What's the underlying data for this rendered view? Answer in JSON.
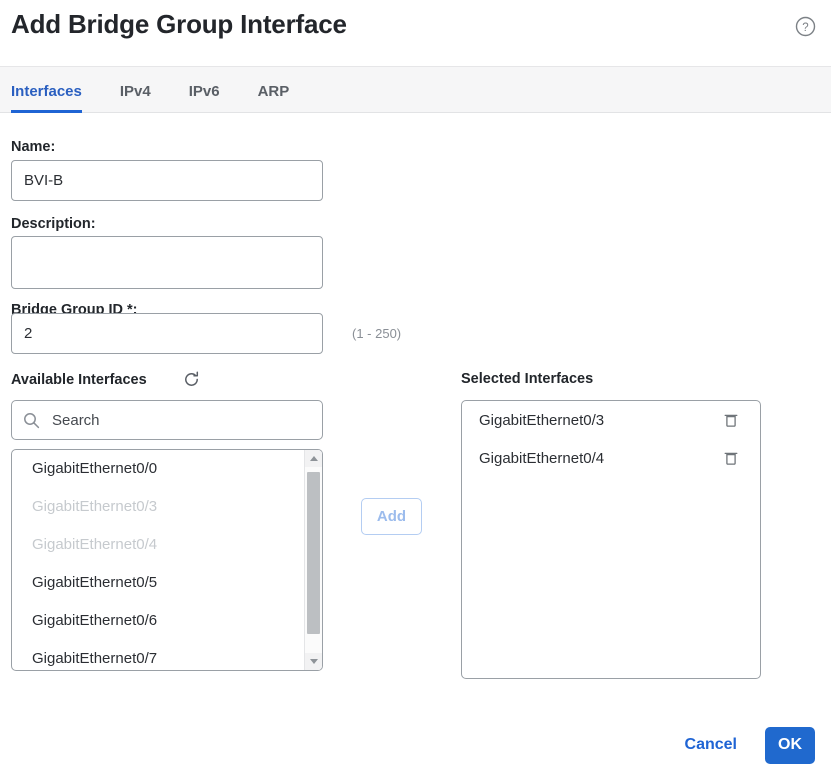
{
  "dialog": {
    "title": "Add Bridge Group Interface",
    "help_icon": "help-circle-icon"
  },
  "tabs": [
    {
      "label": "Interfaces",
      "active": true
    },
    {
      "label": "IPv4",
      "active": false
    },
    {
      "label": "IPv6",
      "active": false
    },
    {
      "label": "ARP",
      "active": false
    }
  ],
  "form": {
    "name_label": "Name:",
    "name_value": "BVI-B",
    "description_label": "Description:",
    "description_value": "",
    "bridge_group_id_label": "Bridge Group ID *:",
    "bridge_group_id_value": "2",
    "bridge_group_id_hint": "(1 - 250)"
  },
  "available": {
    "label": "Available Interfaces",
    "refresh_icon": "refresh-icon",
    "search_placeholder": "Search",
    "search_value": "",
    "items": [
      {
        "name": "GigabitEthernet0/0",
        "disabled": false
      },
      {
        "name": "GigabitEthernet0/3",
        "disabled": true
      },
      {
        "name": "GigabitEthernet0/4",
        "disabled": true
      },
      {
        "name": "GigabitEthernet0/5",
        "disabled": false
      },
      {
        "name": "GigabitEthernet0/6",
        "disabled": false
      },
      {
        "name": "GigabitEthernet0/7",
        "disabled": false
      }
    ]
  },
  "add_button": {
    "label": "Add",
    "disabled": true
  },
  "selected": {
    "label": "Selected Interfaces",
    "items": [
      {
        "name": "GigabitEthernet0/3",
        "delete_icon": "trash-icon"
      },
      {
        "name": "GigabitEthernet0/4",
        "delete_icon": "trash-icon"
      }
    ]
  },
  "footer": {
    "cancel_label": "Cancel",
    "ok_label": "OK"
  },
  "colors": {
    "accent_blue": "#1f64d4",
    "primary_button": "#2069ce",
    "tabbar_bg": "#f6f6f7",
    "border_gray": "#9aa0a6",
    "disabled_text": "#c6cace"
  }
}
